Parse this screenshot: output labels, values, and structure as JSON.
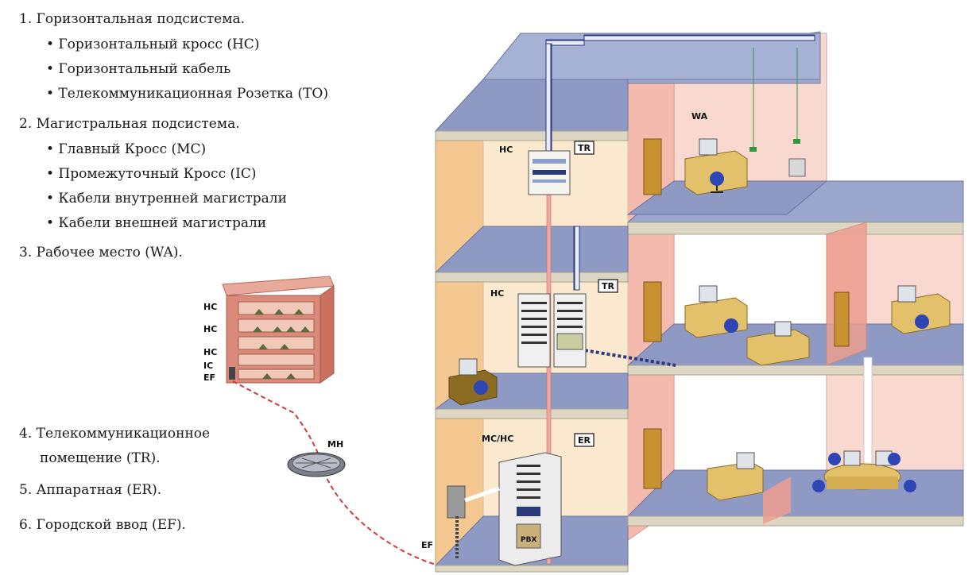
{
  "legend": {
    "items": [
      {
        "text": "1. Горизонтальная подсистема."
      },
      {
        "text": "• Горизонтальный кросс (HC)"
      },
      {
        "text": "• Горизонтальный кабель"
      },
      {
        "text": "• Телекоммуникационная Розетка (TO)"
      },
      {
        "text": "2. Магистральная подсистема."
      },
      {
        "text": "• Главный Кросс (MC)"
      },
      {
        "text": "• Промежуточный Кросс (IC)"
      },
      {
        "text": "• Кабели внутренней магистрали"
      },
      {
        "text": "• Кабели внешней магистрали"
      },
      {
        "text": "3. Рабочее место (WA)."
      }
    ],
    "items2": [
      {
        "text": "4. Телекоммуникационное"
      },
      {
        "text": "помещение (TR)."
      },
      {
        "text": "5. Аппаратная (ER)."
      },
      {
        "text": "6. Городской ввод (EF)."
      }
    ]
  },
  "small_building": {
    "labels": [
      "HC",
      "HC",
      "HC",
      "IC",
      "EF"
    ]
  },
  "manhole_label": "MH",
  "building": {
    "hc_top": "HC",
    "tr_top": "TR",
    "wa": "WA",
    "hc_mid": "HC",
    "tr_mid": "TR",
    "mc_hc": "MC/HC",
    "er": "ER",
    "pbx": "PBX",
    "ef": "EF"
  },
  "colors": {
    "wall_left": "#f5c891",
    "wall_pink": "#f7c9c0",
    "floor": "#8d9bc9",
    "slab": "#dcd6c2",
    "roof": "#9aa6cc",
    "red_dash": "#d33a3a"
  }
}
